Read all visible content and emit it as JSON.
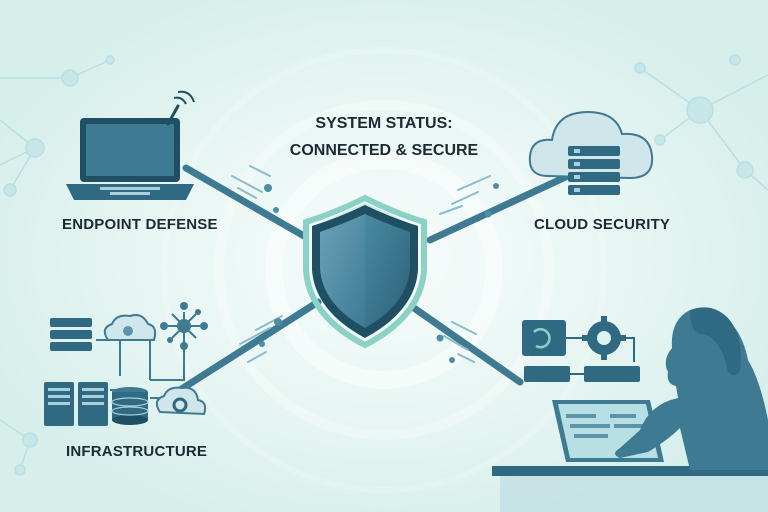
{
  "status": {
    "line1": "SYSTEM STATUS:",
    "line2": "CONNECTED & SECURE"
  },
  "labels": {
    "endpoint": "ENDPOINT DEFENSE",
    "cloud": "CLOUD SECURITY",
    "infrastructure": "INFRASTRUCTURE"
  },
  "colors": {
    "background": "#dff3f0",
    "glow": "#f4fbfa",
    "primary": "#3f7a93",
    "dark": "#1f4f63",
    "medium": "#5b94ab",
    "light": "#a9d0dc",
    "accent": "#8cd1c6",
    "text": "#1c2a33"
  },
  "icons": {
    "center": "shield-icon",
    "endpoint": "laptop-icon",
    "cloud": "cloud-server-icon",
    "infrastructure": "server-network-icon",
    "automation": "workflow-icon",
    "person": "person-at-laptop-icon"
  }
}
